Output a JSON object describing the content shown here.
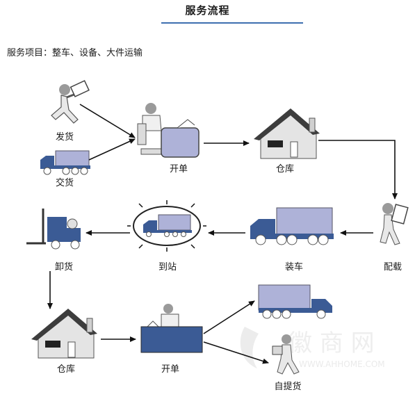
{
  "header": {
    "title": "服务流程"
  },
  "intro": {
    "text": "服务项目：整车、设备、大件运输"
  },
  "steps": {
    "ship": "发货",
    "hand_over": "交货",
    "order_1": "开单",
    "warehouse_1": "仓库",
    "pick_load": "配载",
    "loading": "装车",
    "arrival": "到站",
    "unloading": "卸货",
    "warehouse_2": "仓库",
    "order_2": "开单",
    "self_pickup": "自提货"
  },
  "watermark": {
    "brand": "徽商网",
    "url": "WWW.AHHOME.COM"
  },
  "colors": {
    "truck_blue": "#3b5b95",
    "cargo_lilac": "#aeb2d8",
    "roof_dark": "#3d3d3d",
    "arrow": "#111111"
  }
}
